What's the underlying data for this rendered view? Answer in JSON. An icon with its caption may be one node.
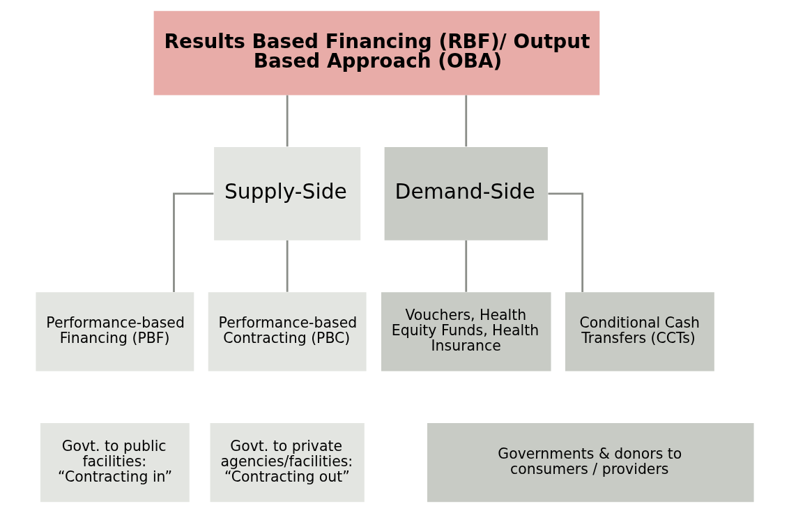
{
  "diagram": {
    "nodes": [
      {
        "text": [
          "Results Based Financing (RBF)/ Output Based Approach (OBA)"
        ]
      },
      {
        "text": [
          "Supply-Side"
        ]
      },
      {
        "text": [
          "Demand-Side"
        ]
      },
      {
        "text": [
          "Performance-based Financing (PBF)"
        ]
      },
      {
        "text": [
          "Performance-based Contracting (PBC)"
        ]
      },
      {
        "text": [
          "Vouchers, Health Equity Funds, Health Insurance"
        ]
      },
      {
        "text": [
          "Conditional Cash Transfers (CCTs)"
        ]
      },
      {
        "text": [
          "Govt. to public facilities: “Contracting in”"
        ]
      },
      {
        "text": [
          "Govt. to private agencies/facilities: “Contracting out”"
        ]
      },
      {
        "text": [
          "Governments & donors to consumers / providers"
        ]
      }
    ],
    "edges": [
      {
        "from": 0,
        "to": 1,
        "arrow": "none"
      },
      {
        "from": 0,
        "to": 2,
        "arrow": "none"
      },
      {
        "from": 1,
        "to": 3,
        "arrow": "none"
      },
      {
        "from": 1,
        "to": 4,
        "arrow": "none"
      },
      {
        "from": 2,
        "to": 5,
        "arrow": "none"
      },
      {
        "from": 2,
        "to": 6,
        "arrow": "none"
      }
    ]
  }
}
